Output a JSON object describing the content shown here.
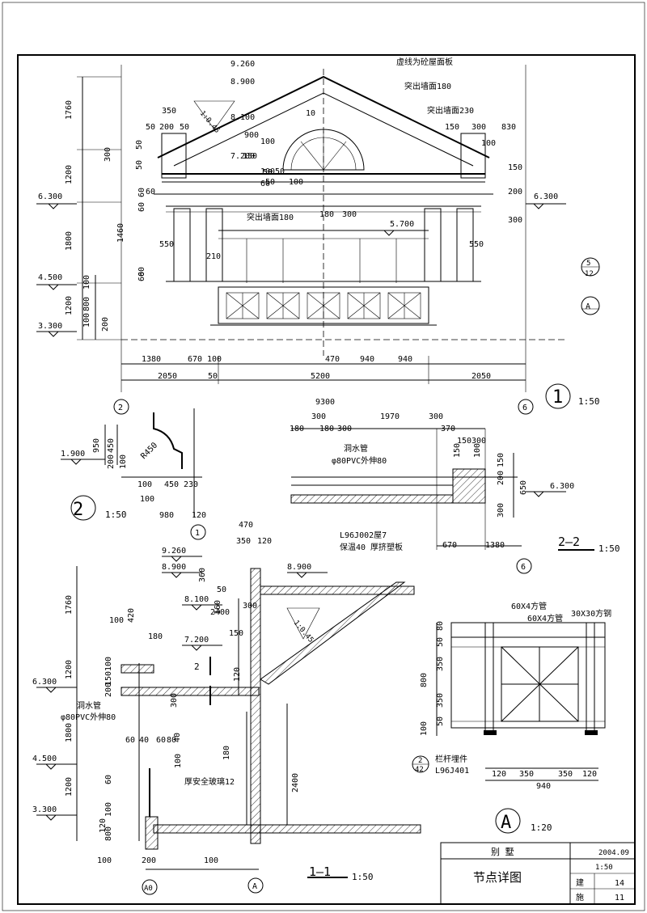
{
  "title_block": {
    "project": "别  墅",
    "date": "2004.09",
    "scale": "1:50",
    "drawing_title": "节点详图",
    "discipline": "建",
    "sheet_no": "14",
    "construct_label": "施",
    "total_sheets": "11"
  },
  "elevation": {
    "levels": [
      "9.260",
      "8.900",
      "8.100",
      "7.200",
      "6.300",
      "6.300",
      "5.700",
      "4.500",
      "3.300"
    ],
    "notes": [
      "虚线为砼屋面板",
      "突出墙面180",
      "突出墙面230",
      "突出墙面180"
    ],
    "left_dims": [
      "1760",
      "1200",
      "1800",
      "1460",
      "1200",
      "800",
      "100",
      "300",
      "200",
      "50",
      "50",
      "60",
      "60",
      "60",
      "60",
      "100",
      "550",
      "210"
    ],
    "bottom_dims": [
      "1380",
      "670",
      "100",
      "470",
      "940",
      "940",
      "2050",
      "5200",
      "2050",
      "50"
    ],
    "top_dims": [
      "350",
      "50",
      "200",
      "50",
      "900",
      "150",
      "100",
      "10",
      "50",
      "50",
      "100",
      "150",
      "300",
      "830",
      "100",
      "150",
      "200",
      "300",
      "550",
      "180",
      "300",
      "60",
      "100",
      "50",
      "60"
    ],
    "overall_dim": "9300",
    "axis_left": "2",
    "axis_right": "6",
    "detail_no": "1",
    "scale": "1:50",
    "ref_a": "A",
    "ref_5": "5",
    "ref_12": "12",
    "slope": "1:0.45"
  },
  "detail2": {
    "no": "2",
    "scale": "1:50",
    "level": "1.900",
    "dims": [
      "950",
      "450",
      "200",
      "100",
      "R450",
      "100",
      "450",
      "230",
      "100",
      "980",
      "120"
    ],
    "axis": "1"
  },
  "section22": {
    "label": "2—2",
    "scale": "1:50",
    "level": "6.300",
    "dims": [
      "180",
      "300",
      "180",
      "300",
      "1970",
      "300",
      "370",
      "150",
      "300",
      "150",
      "100",
      "150",
      "200",
      "650",
      "300",
      "670",
      "1380"
    ],
    "pipe_note_1": "洞水管",
    "pipe_note_2": "φ80PVC外伸80",
    "axis": "6"
  },
  "section11": {
    "label": "1—1",
    "scale": "1:50",
    "levels": [
      "9.260",
      "8.900",
      "8.900",
      "8.100",
      "7.200",
      "6.300",
      "4.500",
      "3.300"
    ],
    "roof_note_1": "L96J002屋7",
    "roof_note_2": "保温40  厚挤塑板",
    "pipe_note_1": "洞水管",
    "pipe_note_2": "φ80PVC外伸80",
    "glass_note": "厚安全玻璃12",
    "dims": [
      "470",
      "350",
      "120",
      "360",
      "50",
      "300",
      "160",
      "150",
      "120",
      "180",
      "2400",
      "1760",
      "1200",
      "1800",
      "1200",
      "100",
      "420",
      "180",
      "100",
      "150",
      "200",
      "300",
      "60",
      "40",
      "60",
      "80",
      "40",
      "100",
      "60",
      "100",
      "800",
      "100",
      "200",
      "100",
      "120",
      "2400"
    ],
    "axis_a0": "A0",
    "axis_a": "A",
    "cut_mark": "2",
    "slope": "1:0.45"
  },
  "detailA": {
    "label": "A",
    "scale": "1:20",
    "notes": [
      "60X4方管",
      "60X4方管",
      "30X30方钢",
      "栏杆埋件",
      "L96J401"
    ],
    "ref_no": "2",
    "ref_sheet": "42",
    "left_dims": [
      "80",
      "50",
      "350",
      "800",
      "350",
      "50",
      "100"
    ],
    "bottom_dims": [
      "120",
      "350",
      "350",
      "120",
      "940"
    ]
  }
}
